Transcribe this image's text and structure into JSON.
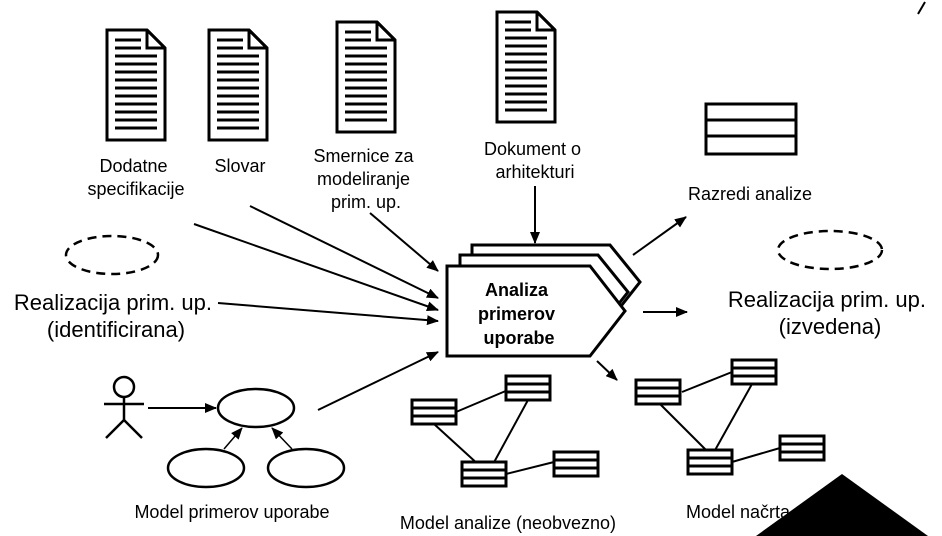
{
  "inputs": {
    "dodatne": [
      "Dodatne",
      "specifikacije"
    ],
    "slovar": [
      "Slovar"
    ],
    "smernice": [
      "Smernice za",
      "modeliranje",
      "prim. up."
    ],
    "dokument": [
      "Dokument o",
      "arhitekturi"
    ],
    "realizacija_identificirana": [
      "Realizacija prim. up.",
      "(identificirana)"
    ],
    "model_primerov": [
      "Model primerov uporabe"
    ]
  },
  "activity": [
    "Analiza",
    "primerov",
    "uporabe"
  ],
  "outputs": {
    "razredi": [
      "Razredi analize"
    ],
    "realizacija_izvedena": [
      "Realizacija prim. up.",
      "(izvedena)"
    ],
    "model_analize": [
      "Model analize (neobvezno)"
    ],
    "model_nacrta": [
      "Model načrta"
    ]
  }
}
